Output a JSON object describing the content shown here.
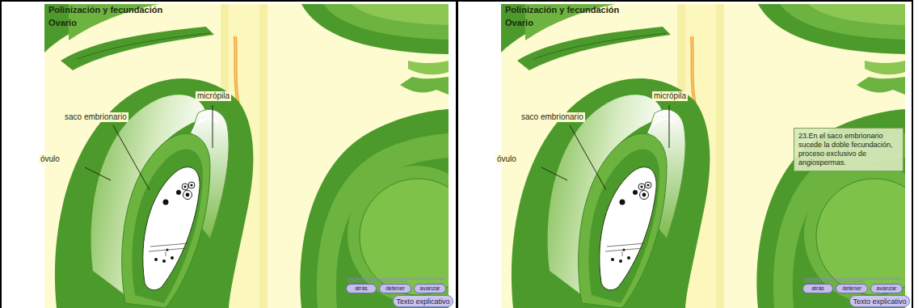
{
  "diagram": {
    "nodes": [
      {
        "text": [
          "atrás"
        ]
      },
      {
        "text": [
          "detener"
        ]
      },
      {
        "text": [
          "avanzar"
        ]
      },
      {
        "text": [
          "Texto explicativo"
        ]
      },
      {
        "text": [
          "23.En el saco embrionario sucede la doble fecundación, proceso exclusivo de angiospermas."
        ]
      },
      {
        "text": [
          "atrás"
        ]
      },
      {
        "text": [
          "detener"
        ]
      },
      {
        "text": [
          "avanzar"
        ]
      },
      {
        "text": [
          "Texto explicativo"
        ]
      }
    ],
    "labels": [
      "Polinización y fecundación",
      "Ovario",
      "saco embrionario",
      "micrópila",
      "óvulo",
      "Polinización y fecundación",
      "Ovario",
      "saco embrionario",
      "micrópila",
      "óvulo"
    ]
  }
}
